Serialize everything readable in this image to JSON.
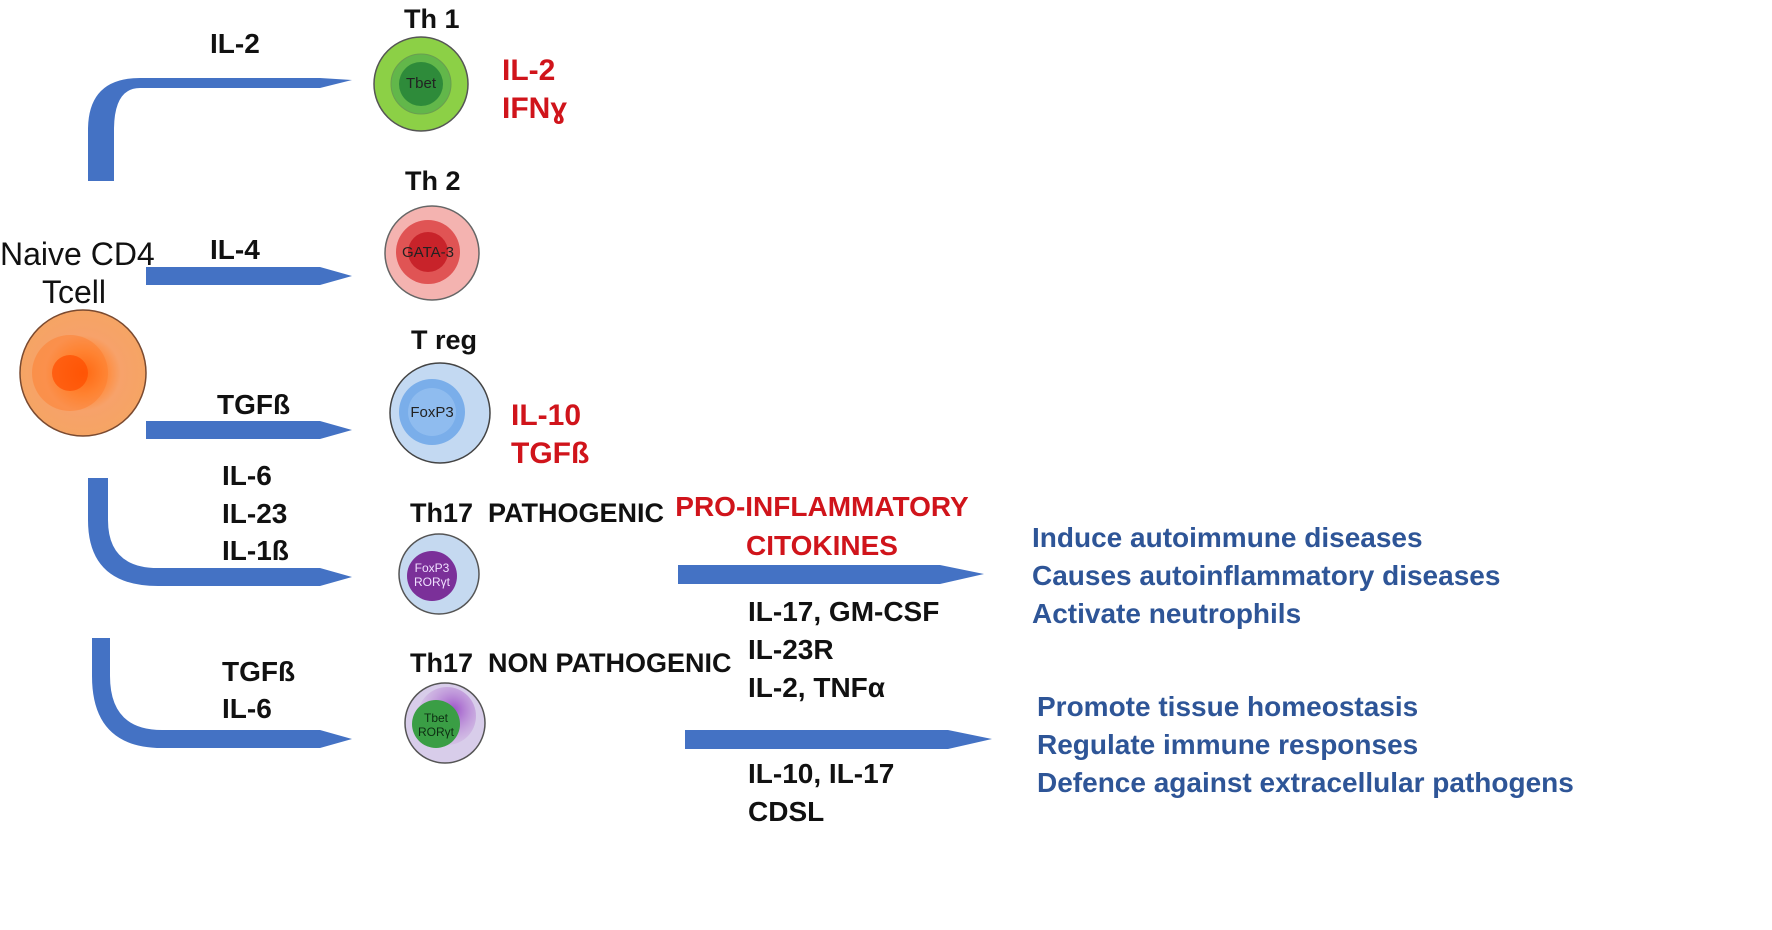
{
  "naive": {
    "line1": "Naive CD4",
    "line2": "Tcell"
  },
  "th1": {
    "title": "Th 1",
    "tf": "Tbet",
    "input": "IL-2",
    "out1": "IL-2",
    "out2": "IFNɣ"
  },
  "th2": {
    "title": "Th 2",
    "tf": "GATA-3",
    "input": "IL-4"
  },
  "treg": {
    "title": "T reg",
    "tf": "FoxP3",
    "input": "TGFß",
    "out1": "IL-10",
    "out2": "TGFß"
  },
  "th17p": {
    "title": "Th17",
    "subtitle": "PATHOGENIC",
    "tf1": "FoxP3",
    "tf2": "RORγt",
    "in1": "IL-6",
    "in2": "IL-23",
    "in3": "IL-1ß"
  },
  "th17np": {
    "title": "Th17",
    "subtitle": "NON PATHOGENIC",
    "tf1": "Tbet",
    "tf2": "RORγt",
    "in1": "TGFß",
    "in2": "IL-6"
  },
  "proinf": {
    "line1": "PRO-INFLAMMATORY",
    "line2": "CITOKINES"
  },
  "pathogenic_cytokines": [
    "IL-17, GM-CSF",
    "IL-23R",
    "IL-2, TNFα"
  ],
  "nonpathogenic_cytokines": [
    "IL-10, IL-17",
    "CDSL"
  ],
  "pathogenic_effects": [
    "Induce autoimmune diseases",
    "Causes autoinflammatory diseases",
    "Activate neutrophils"
  ],
  "nonpathogenic_effects": [
    "Promote tissue homeostasis",
    "Regulate immune responses",
    "Defence against extracellular pathogens"
  ],
  "colors": {
    "arrow": "#4472c4",
    "red_text": "#d0141b",
    "blue_text": "#2e5597"
  }
}
